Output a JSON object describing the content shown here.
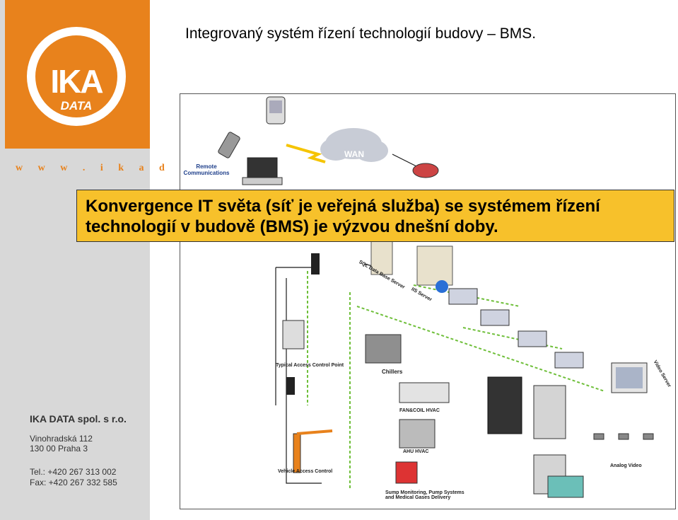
{
  "title": "Integrovaný systém řízení technologií budovy – BMS.",
  "callout": {
    "line1": "Konvergence IT světa (síť je veřejná služba) se systémem řízení",
    "line2": "technologií v budově (BMS) je výzvou dnešní doby."
  },
  "logo": {
    "main": "IKA",
    "sub": "DATA"
  },
  "sidebar": {
    "website": "w w w . i k a d a t a . c z",
    "company": "IKA DATA spol. s r.o.",
    "address_line1": "Vinohradská 112",
    "address_line2": "130 00 Praha 3",
    "phone": "Tel.: +420 267 313 002",
    "fax": "Fax: +420 267 332 585"
  },
  "diagram": {
    "wan": "WAN",
    "remote": "Remote Communications",
    "sql": "SQL Data Base Server",
    "iis": "IIS Server",
    "access": "Typical Access Control Point",
    "chillers": "Chillers",
    "fancoil": "FAN&COIL HVAC",
    "ahu": "AHU HVAC",
    "vehicle": "Vehicle Access Control",
    "sump": "Sump Monitoring, Pump Systems and Medical Gases Delivery",
    "video_server": "Video Server",
    "analog_video": "Analog Video"
  },
  "colors": {
    "orange": "#e8821c",
    "callout": "#f7c12b",
    "sidebar": "#d8d8d8"
  }
}
